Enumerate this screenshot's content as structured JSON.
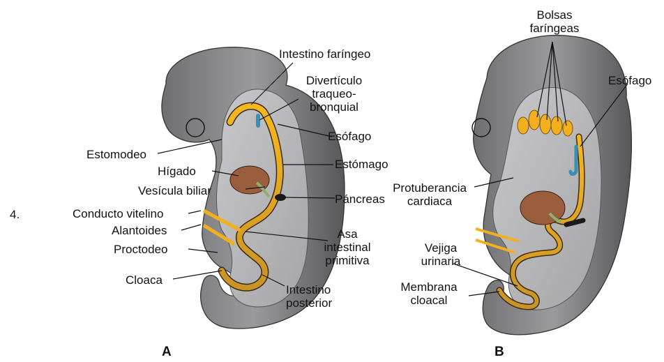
{
  "figure": {
    "number": "4.",
    "panels": [
      "A",
      "B"
    ],
    "colors": {
      "outer_body": "#7c7c7e",
      "inner_body": "#b9b9bb",
      "gut": "#f2b01e",
      "liver": "#9a5e3c",
      "lung_bud": "#3a8fb4",
      "gallbladder": "#8fae76",
      "pancreas": "#1a1a1a"
    },
    "labels_a": {
      "intestino_faringeo": "Intestino faríngeo",
      "diverticulo": "Divertículo\ntraqueo-\nbronquial",
      "esofago": "Esófago",
      "estomodeo": "Estomodeo",
      "estomago": "Estómago",
      "higado": "Hígado",
      "vesicula": "Vesícula biliar",
      "pancreas": "Páncreas",
      "conducto": "Conducto vitelino",
      "alantoides": "Alantoides",
      "asa": "Asa\nintestinal\nprimitiva",
      "proctodeo": "Proctodeo",
      "cloaca": "Cloaca",
      "intestino_posterior": "Intestino\nposterior"
    },
    "labels_b": {
      "bolsas": "Bolsas\nfaríngeas",
      "esofago": "Esófago",
      "protuberancia": "Protuberancia\ncardiaca",
      "vejiga": "Vejiga\nurinaria",
      "membrana": "Membrana\ncloacal"
    }
  }
}
